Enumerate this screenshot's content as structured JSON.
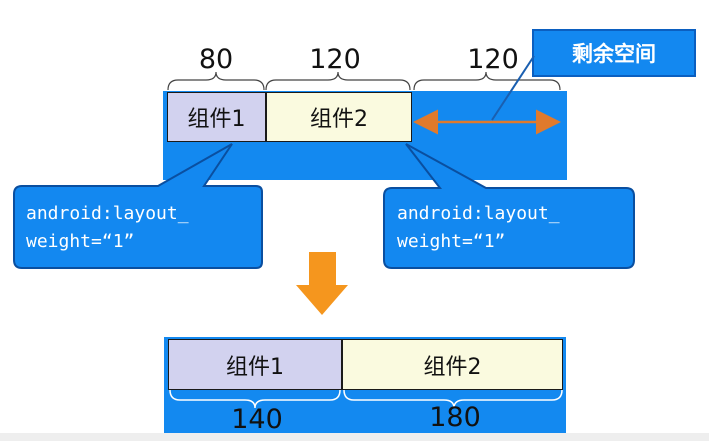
{
  "top": {
    "widths": [
      "80",
      "120",
      "120"
    ],
    "component1": "组件1",
    "component2": "组件2",
    "remaining_space_label": "剩余空间"
  },
  "callouts": {
    "left": "android:layout_\nweight=“1”",
    "right": "android:layout_\nweight=“1”"
  },
  "bottom": {
    "component1": "组件1",
    "component2": "组件2",
    "widths": [
      "140",
      "180"
    ]
  },
  "colors": {
    "bar_blue": "#1389f0",
    "component1_fill": "#d2d2ef",
    "component2_fill": "#fafadf",
    "arrow_orange": "#f5961e",
    "double_arrow": "#e07a2c"
  }
}
